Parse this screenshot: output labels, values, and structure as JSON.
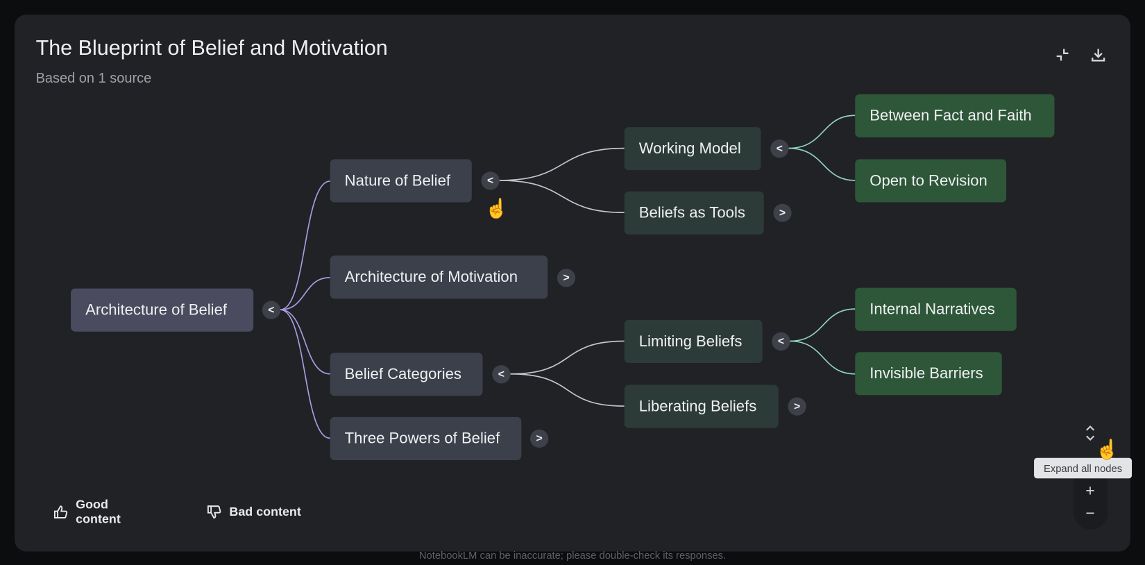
{
  "header": {
    "title": "The Blueprint of Belief and Motivation",
    "subtitle": "Based on 1 source",
    "collapse_icon": "collapse-icon",
    "download_icon": "download-icon"
  },
  "mindmap": {
    "root": {
      "label": "Architecture of Belief",
      "toggle": "<"
    },
    "branches": [
      {
        "label": "Nature of Belief",
        "toggle": "<",
        "children": [
          {
            "label": "Working Model",
            "toggle": "<",
            "children": [
              {
                "label": "Between Fact and Faith"
              },
              {
                "label": "Open to Revision"
              }
            ]
          },
          {
            "label": "Beliefs as Tools",
            "toggle": ">"
          }
        ]
      },
      {
        "label": "Architecture of Motivation",
        "toggle": ">"
      },
      {
        "label": "Belief Categories",
        "toggle": "<",
        "children": [
          {
            "label": "Limiting Beliefs",
            "toggle": "<",
            "children": [
              {
                "label": "Internal Narratives"
              },
              {
                "label": "Invisible Barriers"
              }
            ]
          },
          {
            "label": "Liberating Beliefs",
            "toggle": ">"
          }
        ]
      },
      {
        "label": "Three Powers of Belief",
        "toggle": ">"
      }
    ],
    "colors": {
      "root": "#4b4b5f",
      "level1": "#3c404a",
      "level2": "#2d3b38",
      "leaf": "#2e5639",
      "link_root": "#a99be0",
      "link_level1": "#c4c4cc",
      "link_level2": "#8fd0c0"
    }
  },
  "feedback": {
    "good": "Good content",
    "bad": "Bad content"
  },
  "controls": {
    "expand_tooltip": "Expand all nodes",
    "zoom_in": "+",
    "zoom_out": "−"
  },
  "footer": "NotebookLM can be inaccurate; please double-check its responses."
}
